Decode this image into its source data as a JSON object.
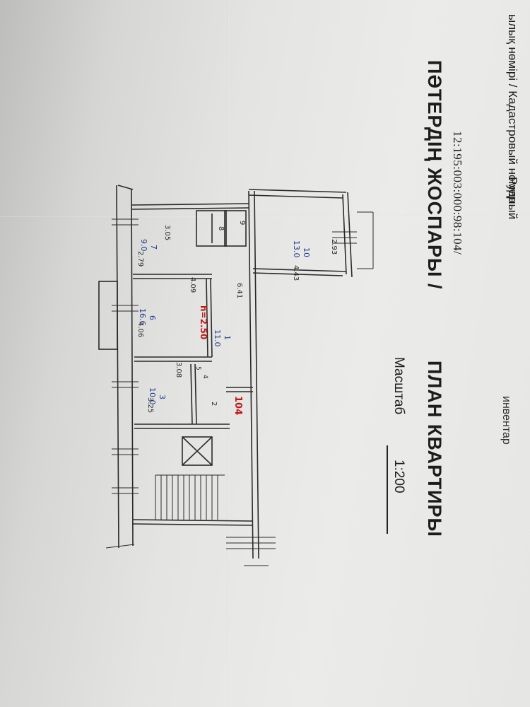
{
  "header": {
    "caption_fragment_1": "ылық нөмірі / Кадастровый номер",
    "caption_fragment_2": "Рудный",
    "caption_fragment_3": "инвентар",
    "cadastral_number": "12:195:003:000:98:104/",
    "title_kz": "ПӘТЕРДІҢ ЖОСПАРЫ /",
    "title_ru": "ПЛАН КВАРТИРЫ",
    "scale_label": "Масштаб",
    "scale_value": "1:200"
  },
  "plan": {
    "rooms": [
      {
        "number": "10",
        "area": "13.0",
        "dims": [
          "4.43",
          "2.93"
        ]
      },
      {
        "number": "9",
        "area": "",
        "dims": []
      },
      {
        "number": "8",
        "area": "",
        "dims": []
      },
      {
        "number": "7",
        "area": "9.0",
        "dims": [
          "3.05",
          "2.79"
        ]
      },
      {
        "number": "6",
        "area": "16.6",
        "dims": [
          "4.09",
          "4.06"
        ]
      },
      {
        "number": "1",
        "area": "11.0",
        "dims": [
          "6.41"
        ]
      },
      {
        "number": "5",
        "area": "",
        "dims": []
      },
      {
        "number": "4",
        "area": "",
        "dims": []
      },
      {
        "number": "3",
        "area": "10.0",
        "dims": [
          "3.08",
          "3.25"
        ]
      },
      {
        "number": "2",
        "area": "",
        "dims": []
      }
    ],
    "height_note": "h=2.50",
    "apartment_number": "104"
  },
  "colors": {
    "ink": "#2a2a2a",
    "blue_ink": "#1f3a8a",
    "red_ink": "#c01818"
  }
}
